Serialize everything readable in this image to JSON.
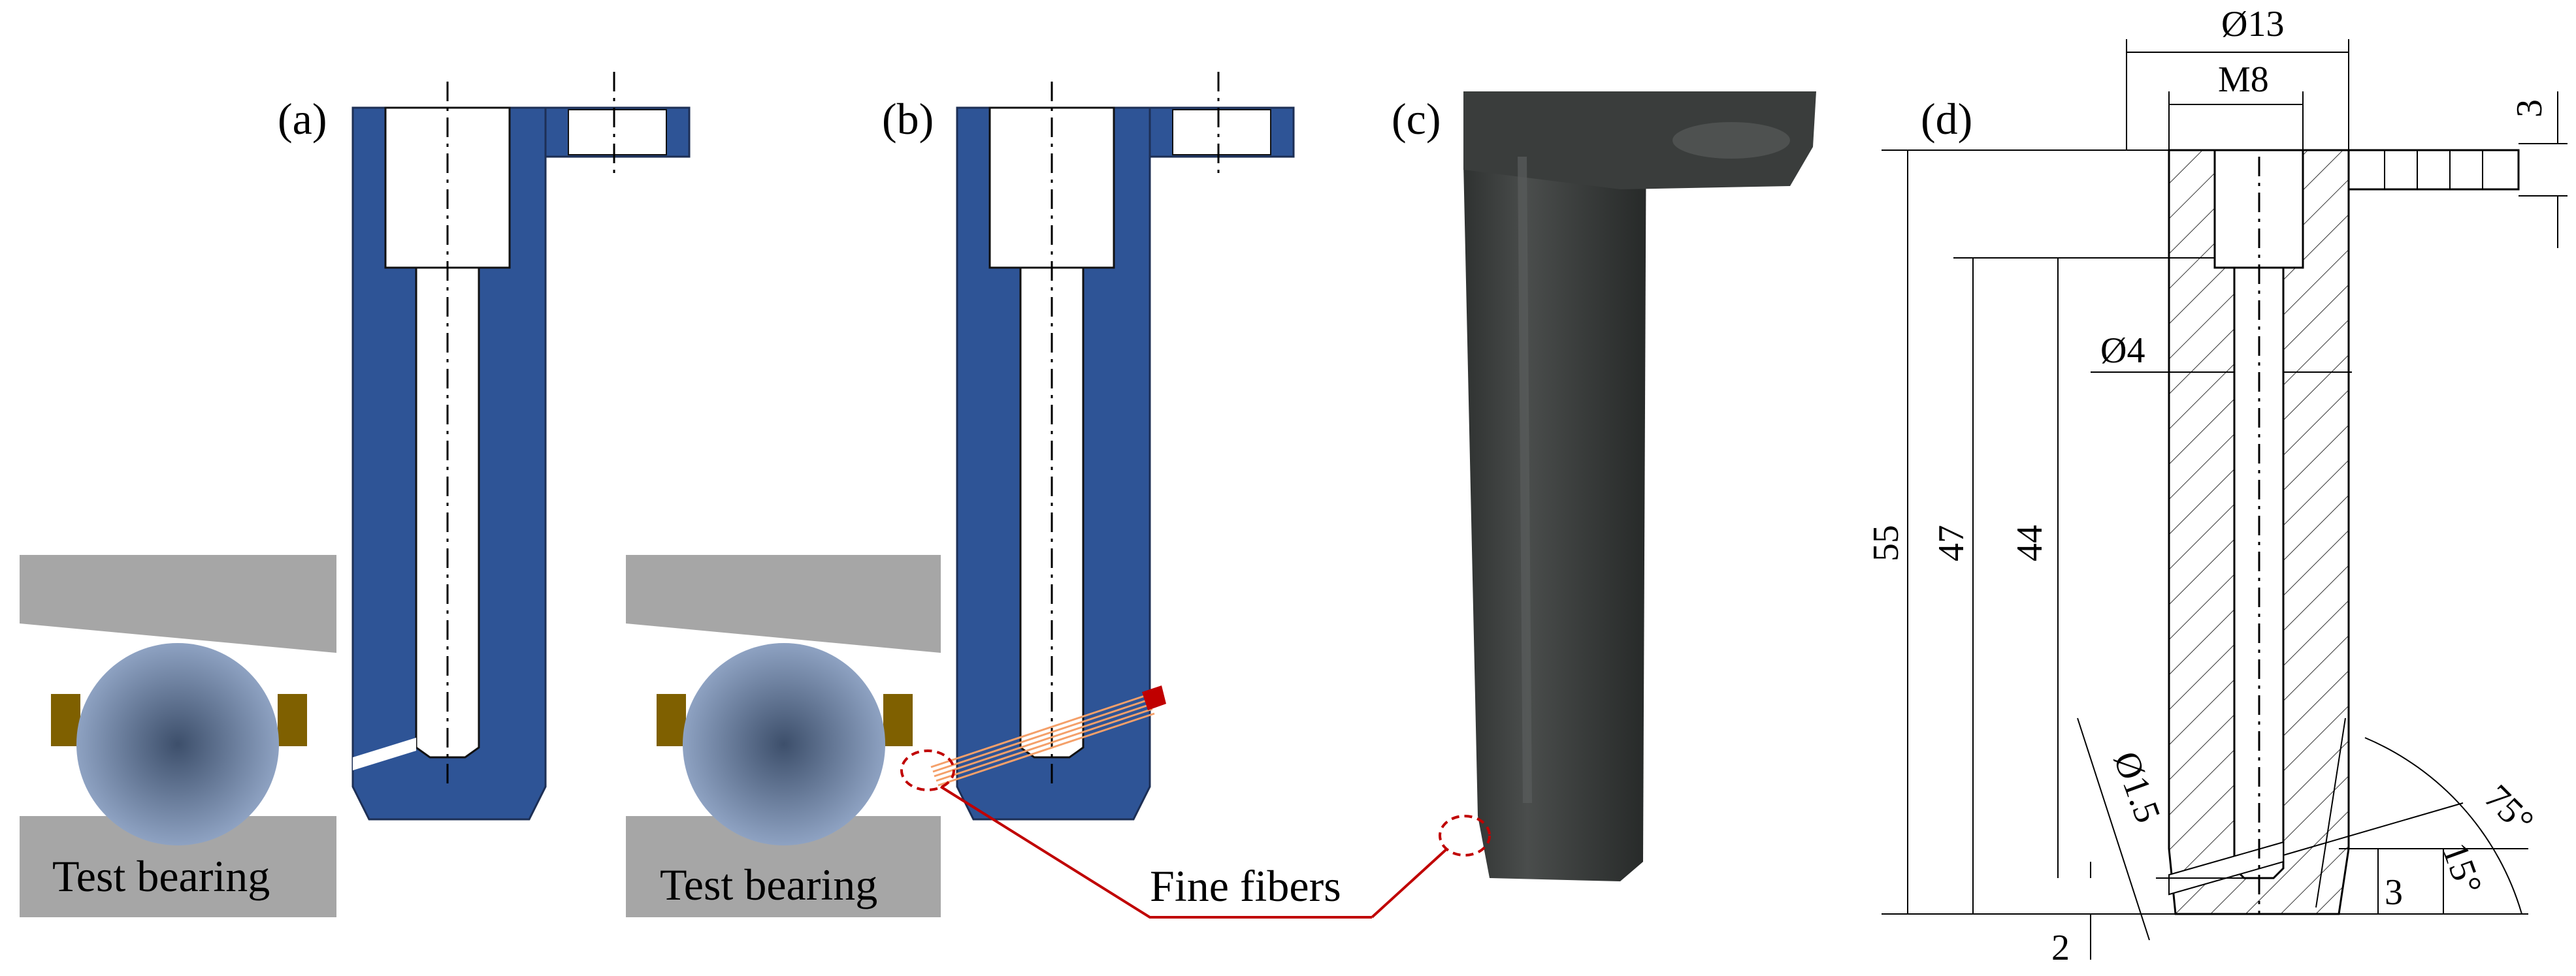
{
  "panels": {
    "a": {
      "label": "(a)",
      "bearing_label": "Test bearing"
    },
    "b": {
      "label": "(b)",
      "bearing_label": "Test bearing"
    },
    "c": {
      "label": "(c)"
    },
    "d": {
      "label": "(d)"
    }
  },
  "annotation": {
    "fine_fibers": "Fine fibers"
  },
  "dimensions": {
    "outer_diameter": "Ø13",
    "thread": "M8",
    "bore_diameter": "Ø4",
    "hole_diameter": "Ø1.5",
    "flange_thickness": "3",
    "length_55": "55",
    "length_47": "47",
    "length_44": "44",
    "gap_2": "2",
    "gap_3": "3",
    "angle_75": "75°",
    "angle_15": "15°"
  },
  "colors": {
    "holder_blue": "#2e5496",
    "housing_gray": "#a6a6a6",
    "ball_center": "#3d4f6b",
    "ball_edge": "#8ea2c2",
    "cage_brown": "#7f6000",
    "fiber_orange": "#f4a06a",
    "fiber_tip_red": "#c00000",
    "leader_red": "#c00000",
    "photo_dark": "#3c3f3e"
  }
}
